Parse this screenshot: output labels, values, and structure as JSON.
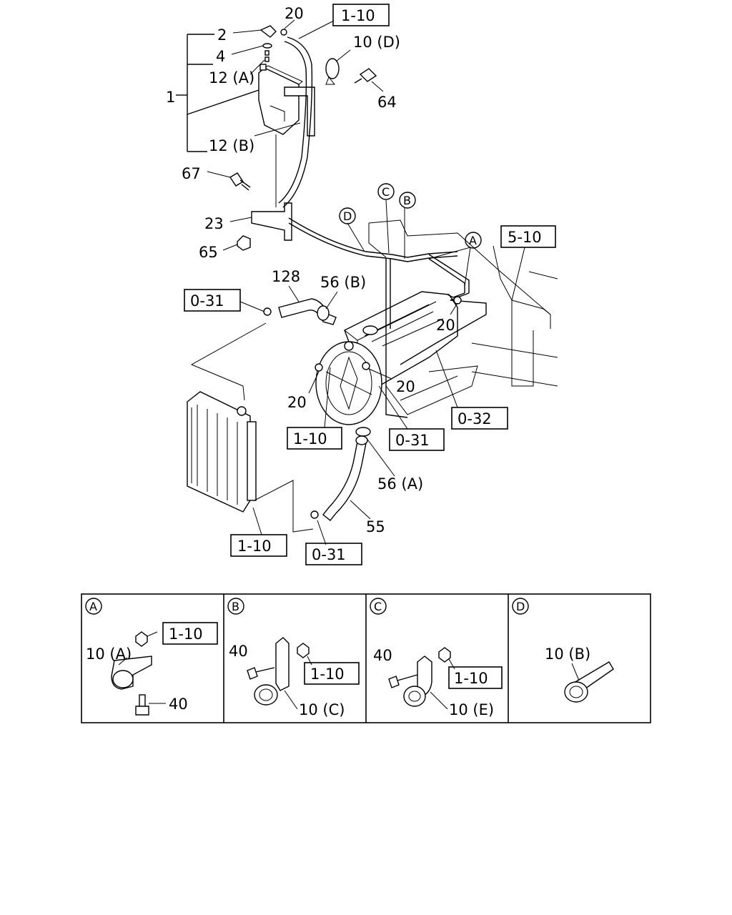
{
  "callouts": {
    "c1": "1",
    "c2": "2",
    "c4": "4",
    "c12a": "12 (A)",
    "c12b": "12 (B)",
    "c20_top": "20",
    "c10d": "10 (D)",
    "c64": "64",
    "c67": "67",
    "c23": "23",
    "c65": "65",
    "c128": "128",
    "c56b": "56 (B)",
    "c20_right": "20",
    "c20_left": "20",
    "c20_mid": "20",
    "c56a": "56 (A)",
    "c55": "55"
  },
  "references": {
    "r_top": "1-10",
    "r_510": "5-10",
    "r_031_left": "0-31",
    "r_032": "0-32",
    "r_110_mid": "1-10",
    "r_031_mid": "0-31",
    "r_110_bottom": "1-10",
    "r_031_bottom": "0-31"
  },
  "markers": {
    "A": "A",
    "B": "B",
    "C": "C",
    "D": "D"
  },
  "detail_panels": {
    "A": {
      "id": "A",
      "ref": "1-10",
      "part_main": "10 (A)",
      "part_bolt": "40"
    },
    "B": {
      "id": "B",
      "ref": "1-10",
      "part_main": "10 (C)",
      "part_bolt": "40"
    },
    "C": {
      "id": "C",
      "ref": "1-10",
      "part_main": "10 (E)",
      "part_bolt": "40"
    },
    "D": {
      "id": "D",
      "part_main": "10 (B)"
    }
  }
}
